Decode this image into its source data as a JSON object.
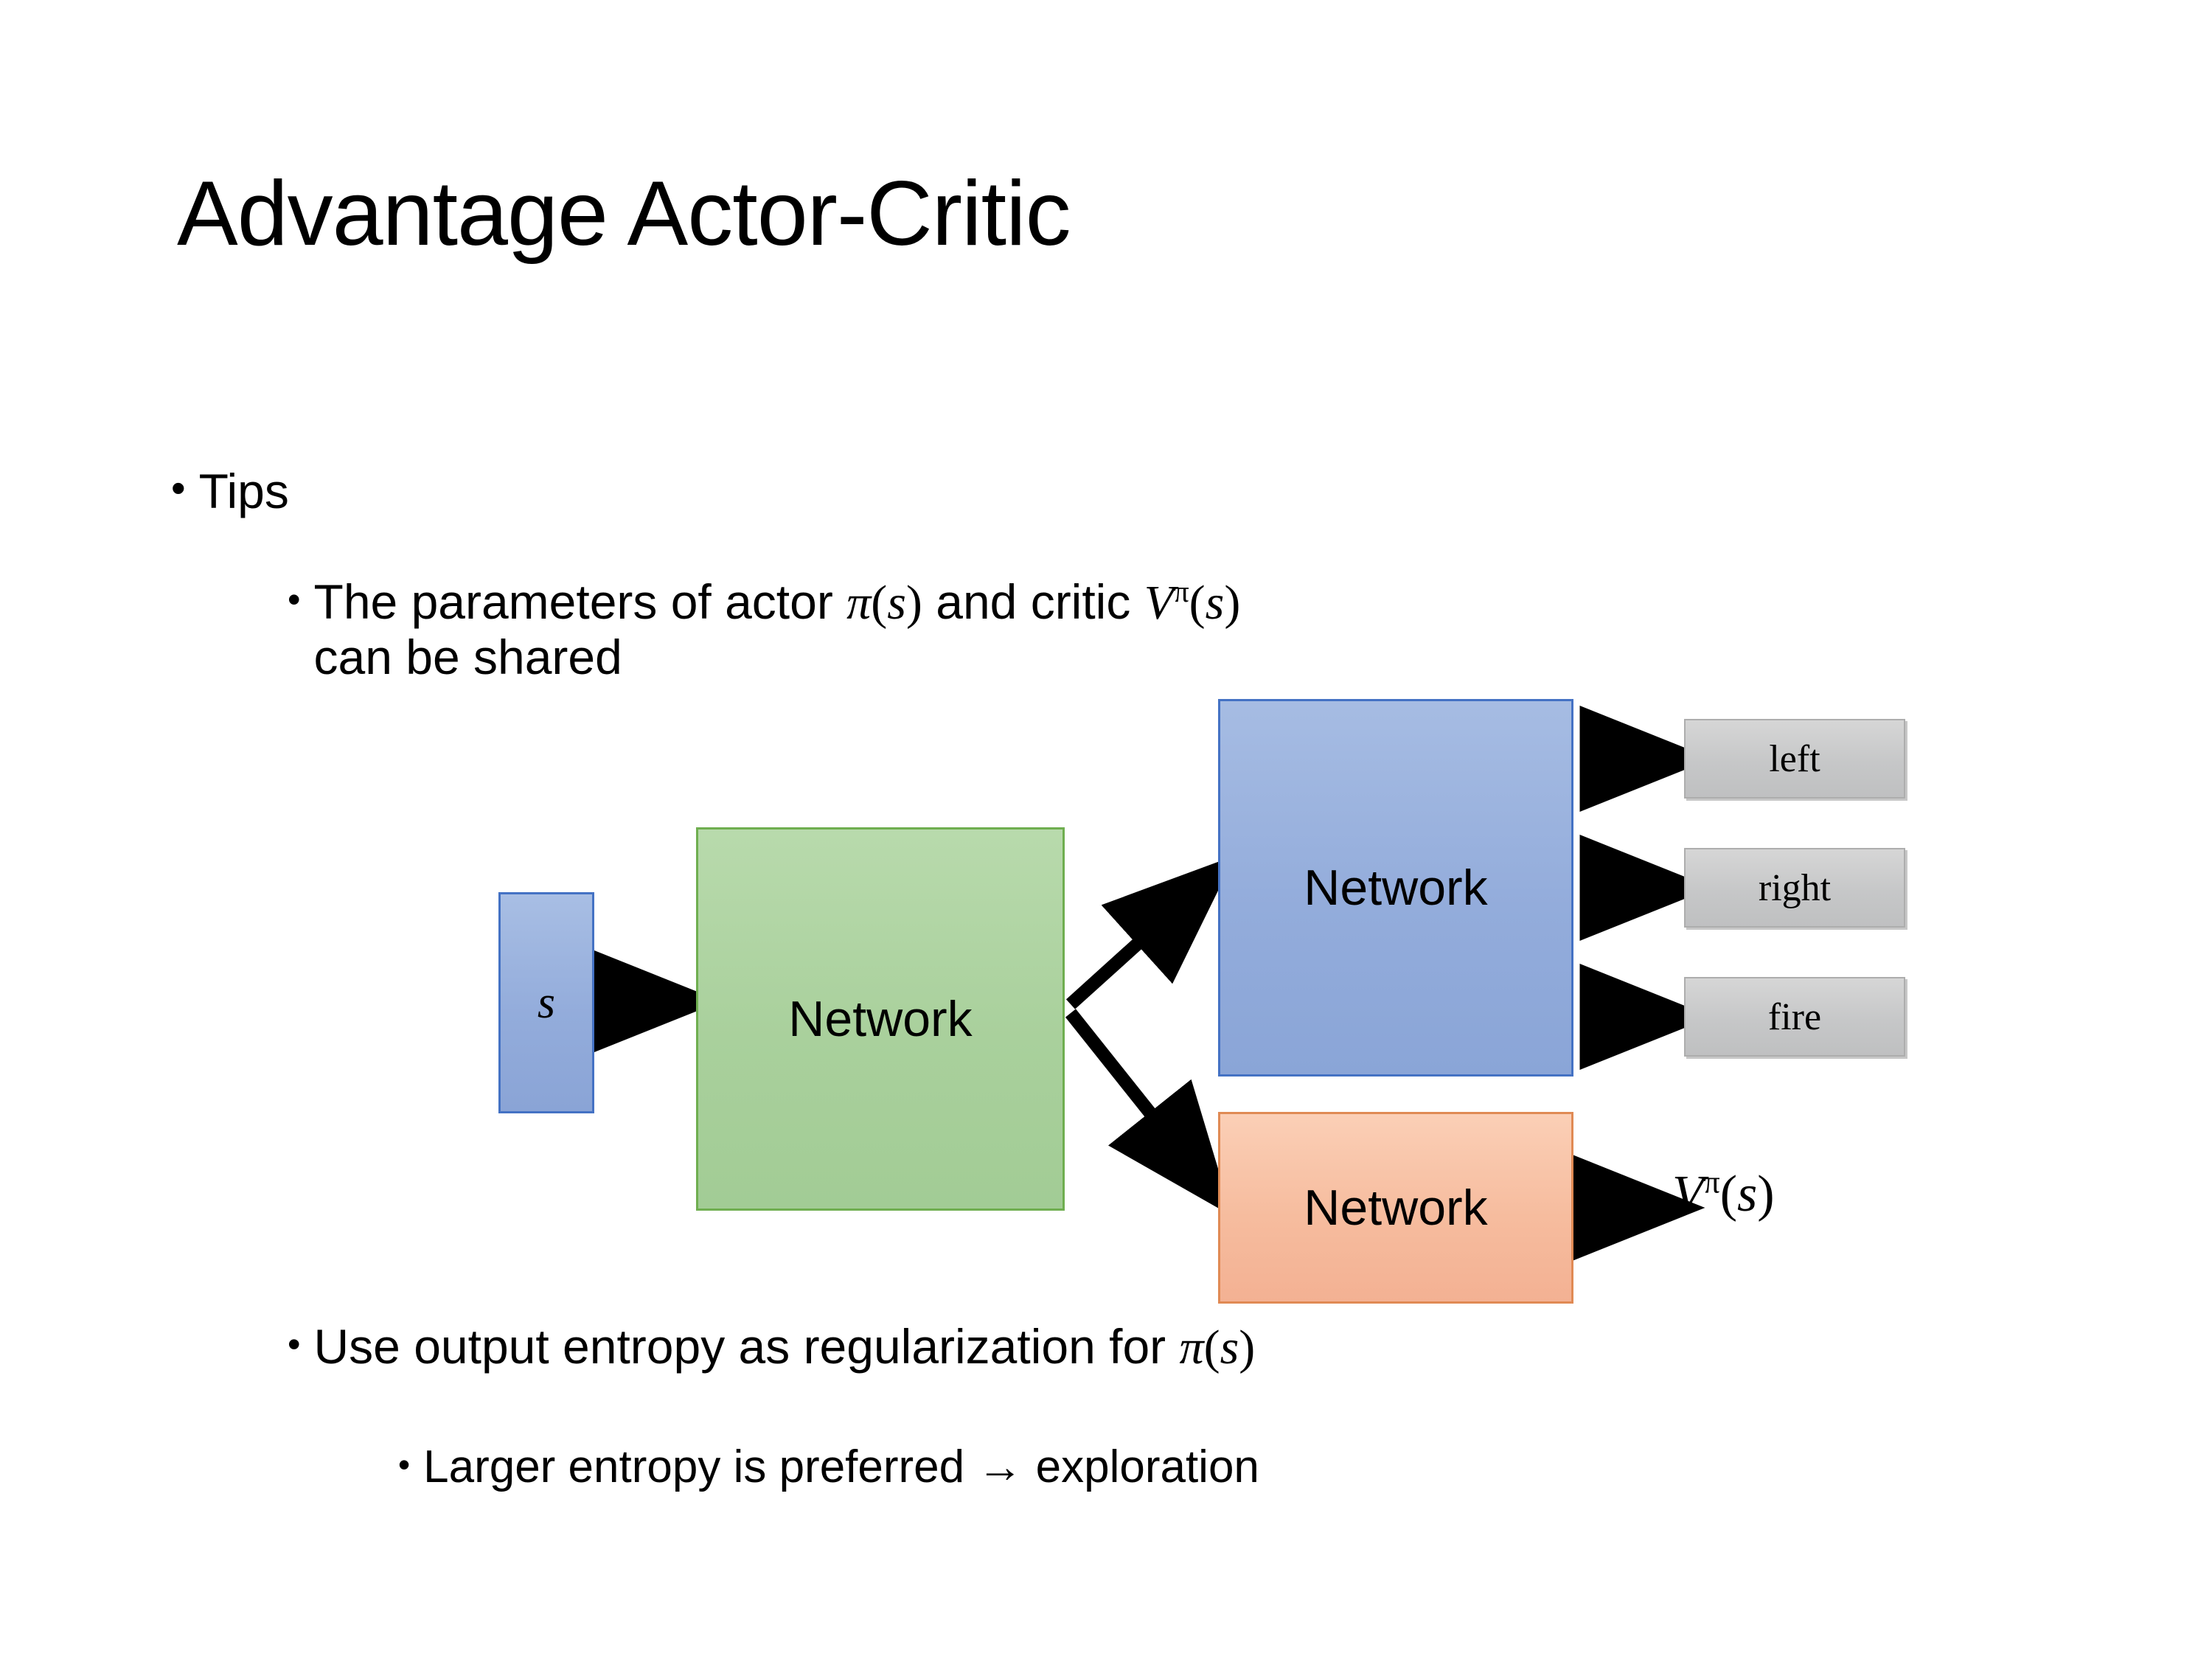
{
  "slide": {
    "title": "Advantage Actor-Critic",
    "bullets": [
      {
        "marker": "•",
        "text": "Tips"
      },
      {
        "marker": "•",
        "text_parts": [
          "The parameters of actor ",
          "π(s)",
          "  and critic ",
          "Vπ(s)",
          " can be shared"
        ],
        "line1_pre": "The parameters of actor ",
        "pi_s": "π(s)",
        "mid": "  and critic ",
        "v_pi_s": "Vπ(s)",
        "line2": "can be shared"
      },
      {
        "marker": "•",
        "pre": "Use output entropy as regularization for ",
        "math": "π(s)"
      },
      {
        "marker": "•",
        "text": "Larger entropy is preferred → exploration"
      }
    ],
    "bullet_markers": {
      "level1": "•",
      "level2": "•",
      "level3": "•"
    }
  },
  "diagram": {
    "nodes": {
      "state": {
        "label": "s",
        "fill": "#93ACDB",
        "border": "#4472C4"
      },
      "shared_network": {
        "label": "Network",
        "fill": "#A9D09C",
        "border": "#6FAE50"
      },
      "actor_network": {
        "label": "Network",
        "fill": "#93ACDB",
        "border": "#4472C4"
      },
      "critic_network": {
        "label": "Network",
        "fill": "#F6BC9E",
        "border": "#E08A54"
      }
    },
    "action_outputs": [
      {
        "label": "left"
      },
      {
        "label": "right"
      },
      {
        "label": "fire"
      }
    ],
    "value_output": {
      "label": "Vπ(s)",
      "base": "V",
      "sup": "π",
      "arg": "(s)"
    },
    "arrow_color": "#000000"
  },
  "symbols": {
    "pi": "π",
    "s": "s",
    "V": "V",
    "arrow_right": "→"
  }
}
